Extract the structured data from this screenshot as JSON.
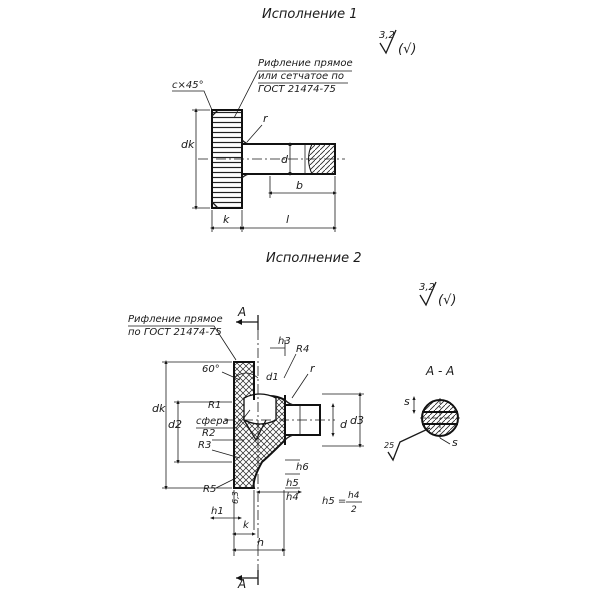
{
  "variant1": {
    "title": "Исполнение 1",
    "roughness_value": "3,2",
    "roughness_suffix": "(√)",
    "note_line1": "Рифление прямое",
    "note_line2": "или сетчатое по",
    "note_line3": "ГОСТ 21474-75",
    "chamfer": "c×45°",
    "dims": {
      "dk": "dk",
      "d": "d",
      "b": "b",
      "k": "k",
      "l": "l",
      "r": "r"
    }
  },
  "variant2": {
    "title": "Исполнение 2",
    "roughness_value": "3,2",
    "roughness_suffix": "(√)",
    "note_line1": "Рифление прямое",
    "note_line2": "по ГОСТ 21474-75",
    "angle": "60°",
    "labels": {
      "A_top": "A",
      "A_bottom": "A",
      "h3": "h3",
      "R4": "R4",
      "r": "r",
      "d1": "d1",
      "dk": "dk",
      "d2": "d2",
      "R1": "R1",
      "sphere": "сфера",
      "R2": "R2",
      "R3": "R3",
      "d3": "d3",
      "d": "d",
      "h6": "h6",
      "h5": "h5",
      "h4": "h4",
      "R5": "R5",
      "dim_63": "6,3",
      "h1": "h1",
      "k": "k",
      "h": "h"
    },
    "formula": {
      "lhs": "h5 =",
      "num": "h4",
      "den": "2"
    }
  },
  "section": {
    "title": "A - A",
    "s_top": "s",
    "s_bottom": "s",
    "roughness": "25"
  }
}
